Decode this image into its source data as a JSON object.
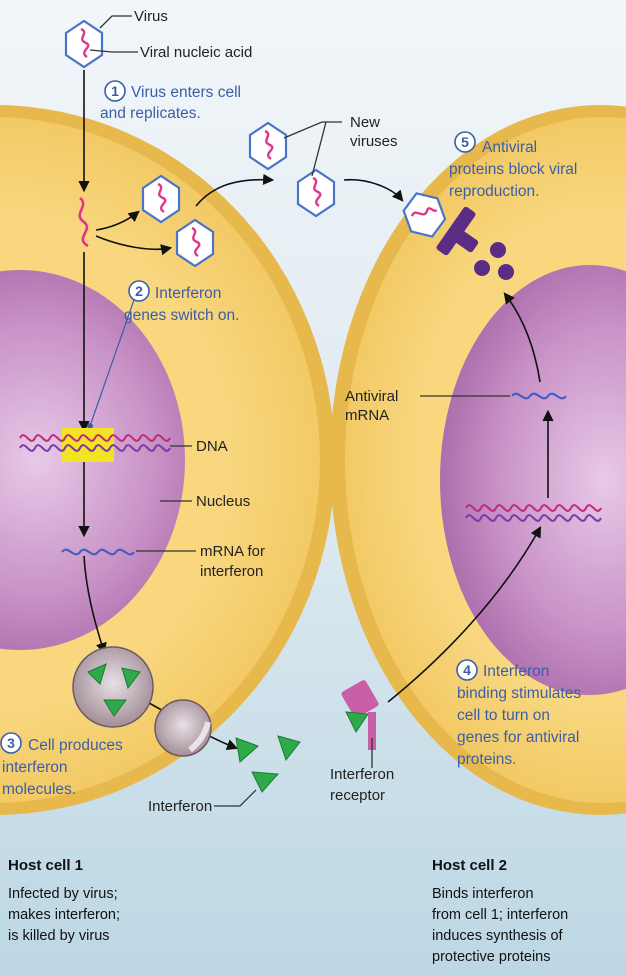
{
  "labels": {
    "virus": "Virus",
    "viral_nucleic_acid": "Viral nucleic acid",
    "new_viruses": [
      "New",
      "viruses"
    ],
    "dna": "DNA",
    "nucleus": "Nucleus",
    "mrna_interferon": [
      "mRNA for",
      "interferon"
    ],
    "interferon": "Interferon",
    "antiviral_mrna": [
      "Antiviral",
      "mRNA"
    ],
    "interferon_receptor": [
      "Interferon",
      "receptor"
    ]
  },
  "steps": [
    {
      "num": "1",
      "lines": [
        "Virus enters cell",
        "and replicates."
      ]
    },
    {
      "num": "2",
      "lines": [
        "Interferon",
        "genes switch on."
      ]
    },
    {
      "num": "3",
      "lines": [
        "Cell produces",
        "interferon",
        "molecules."
      ]
    },
    {
      "num": "4",
      "lines": [
        "Interferon",
        "binding stimulates",
        "cell to turn on",
        "genes for antiviral",
        "proteins."
      ]
    },
    {
      "num": "5",
      "lines": [
        "Antiviral",
        "proteins block viral",
        "reproduction."
      ]
    }
  ],
  "captions": {
    "cell1": {
      "title": "Host cell 1",
      "lines": [
        "Infected by virus;",
        "makes interferon;",
        "is killed by virus"
      ]
    },
    "cell2": {
      "title": "Host cell 2",
      "lines": [
        "Binds interferon",
        "from cell 1; interferon",
        "induces synthesis of",
        "protective proteins"
      ]
    }
  },
  "colors": {
    "background_top": "#eef3f7",
    "background_bottom": "#c3dae6",
    "cytoplasm": "#f7d57c",
    "membrane": "#e6b849",
    "nucleus": "#b97ab8",
    "nucleus_light": "#e4c2e4",
    "viral_rna": "#e0358a",
    "mrna": "#4a5bc0",
    "interferon": "#2eaa4a",
    "receptor": "#c95fa6",
    "antiviral_protein": "#5a2c86",
    "dna_highlight": "#f3e321",
    "step_text": "#3a5fa8"
  }
}
